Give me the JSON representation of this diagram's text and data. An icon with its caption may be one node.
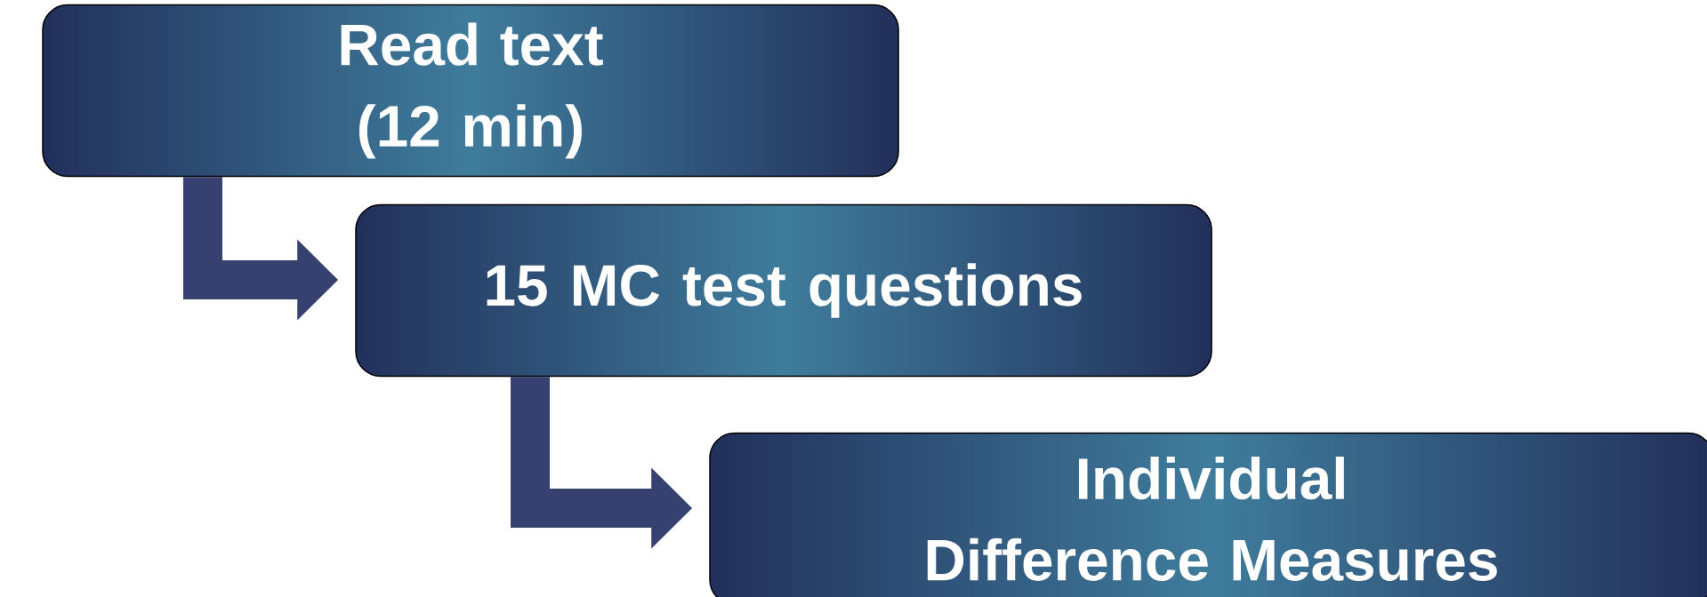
{
  "diagram": {
    "nodes": [
      {
        "text": [
          "Read text (12 min)"
        ]
      },
      {
        "text": [
          "15 MC test questions"
        ]
      },
      {
        "text": [
          "Individual Difference Measures"
        ]
      }
    ],
    "edges": [
      {
        "from": 0,
        "to": 1,
        "arrow": "to"
      },
      {
        "from": 1,
        "to": 2,
        "arrow": "to"
      }
    ]
  }
}
